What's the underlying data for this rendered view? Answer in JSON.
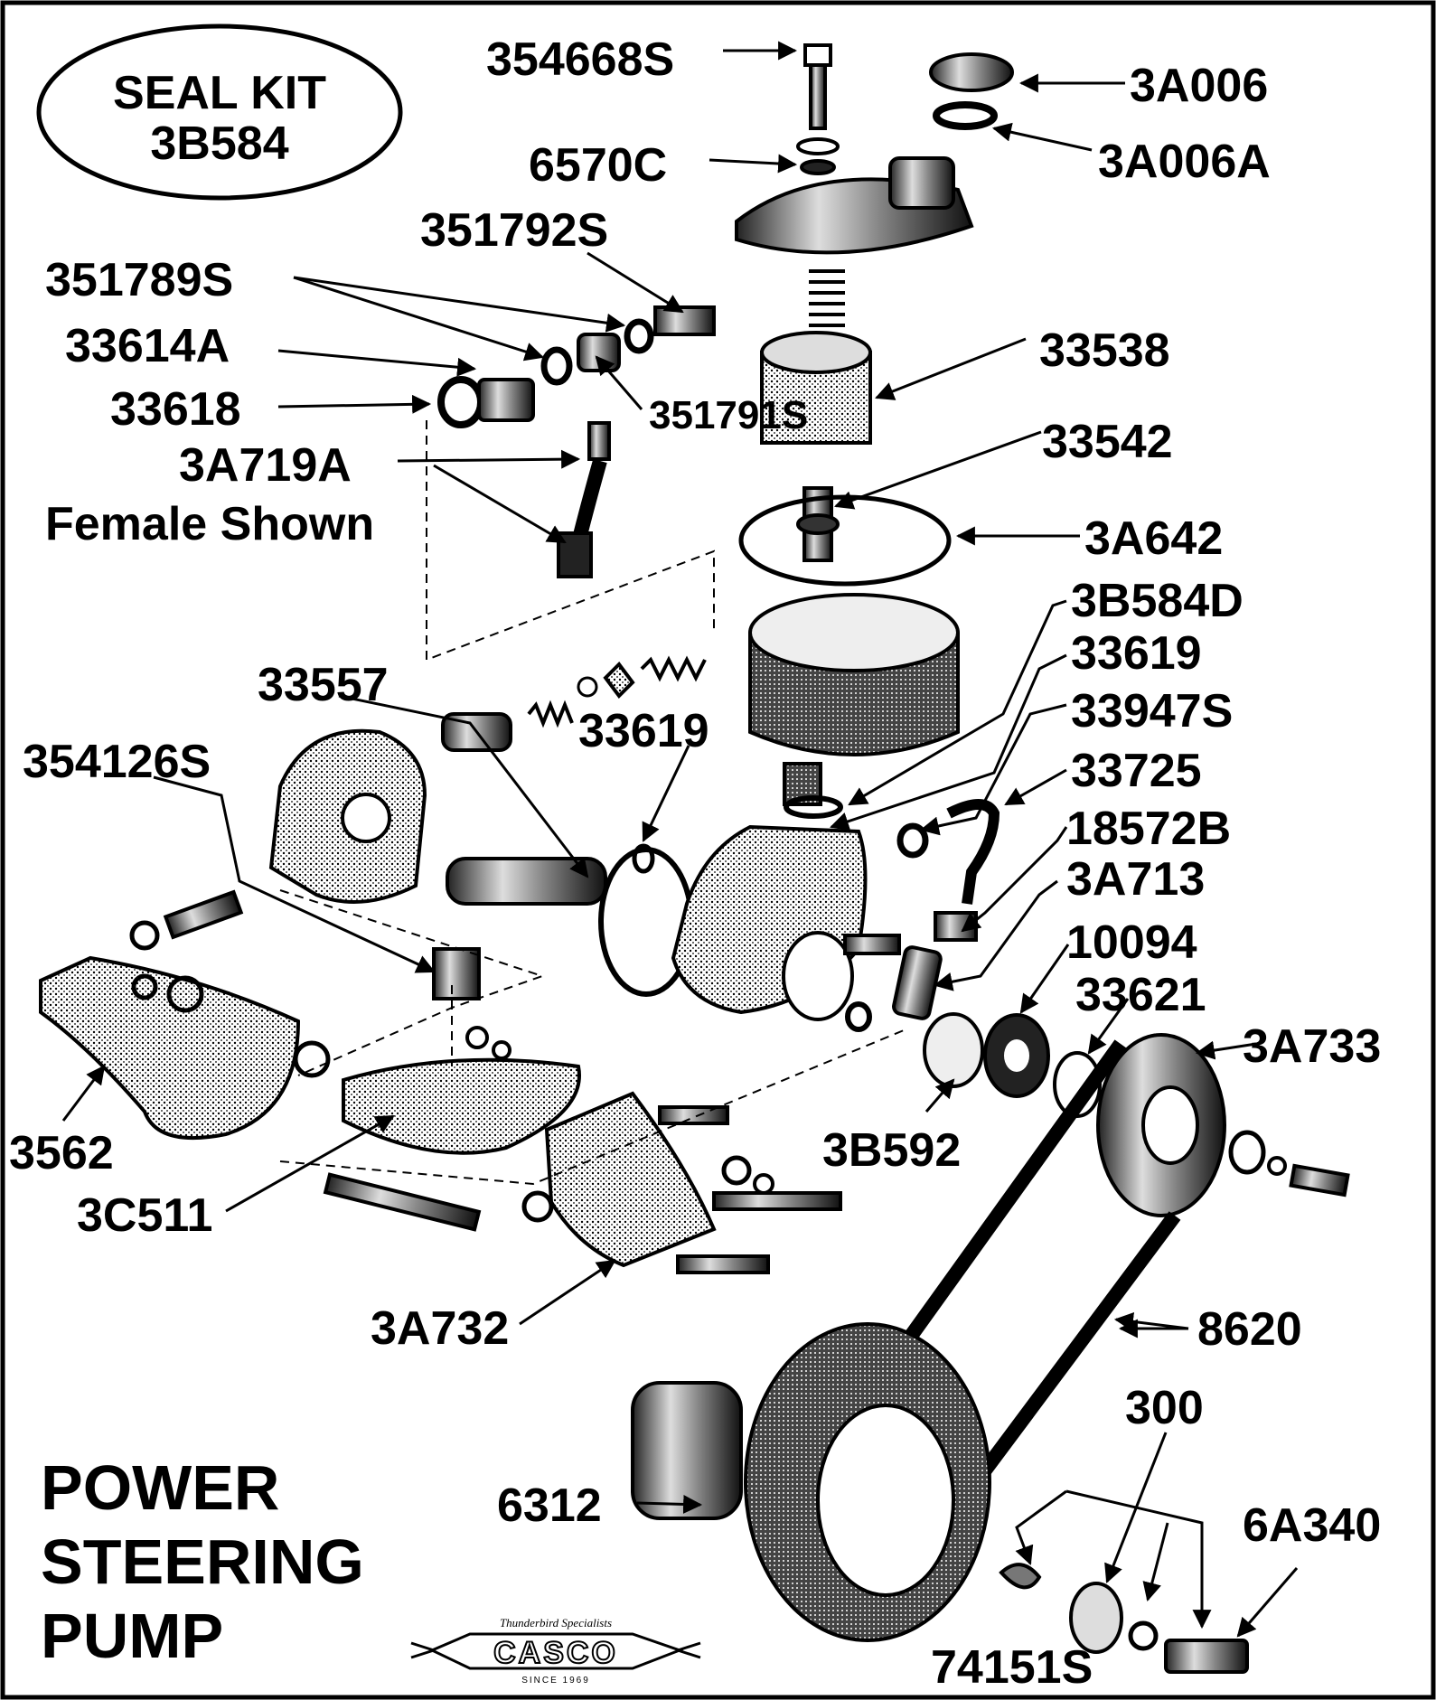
{
  "seal_kit": {
    "line1": "SEAL KIT",
    "line2": "3B584"
  },
  "title": {
    "line1": "POWER",
    "line2": "STEERING",
    "line3": "PUMP"
  },
  "logo": {
    "tagline": "Thunderbird Specialists",
    "name": "CASCO",
    "since": "SINCE 1969"
  },
  "parts": {
    "p354668S": "354668S",
    "p3A006": "3A006",
    "p3A006A": "3A006A",
    "p6570C": "6570C",
    "p351792S": "351792S",
    "p351789S": "351789S",
    "p33614A": "33614A",
    "p33538": "33538",
    "p33618": "33618",
    "p351791S": "351791S",
    "p33542": "33542",
    "p3A719A": "3A719A",
    "p3A719A_note": "Female Shown",
    "p3A642": "3A642",
    "p3B584D": "3B584D",
    "p33619_right": "33619",
    "p33557": "33557",
    "p33947S": "33947S",
    "p33619_center": "33619",
    "p354126S": "354126S",
    "p33725": "33725",
    "p18572B": "18572B",
    "p3A713": "3A713",
    "p10094": "10094",
    "p33621": "33621",
    "p3A733": "3A733",
    "p3562": "3562",
    "p3B592": "3B592",
    "p3C511": "3C511",
    "p3A732": "3A732",
    "p8620": "8620",
    "p300": "300",
    "p6A340": "6A340",
    "p6312": "6312",
    "p74151S": "74151S"
  },
  "colors": {
    "ink": "#000000",
    "paper": "#ffffff"
  }
}
